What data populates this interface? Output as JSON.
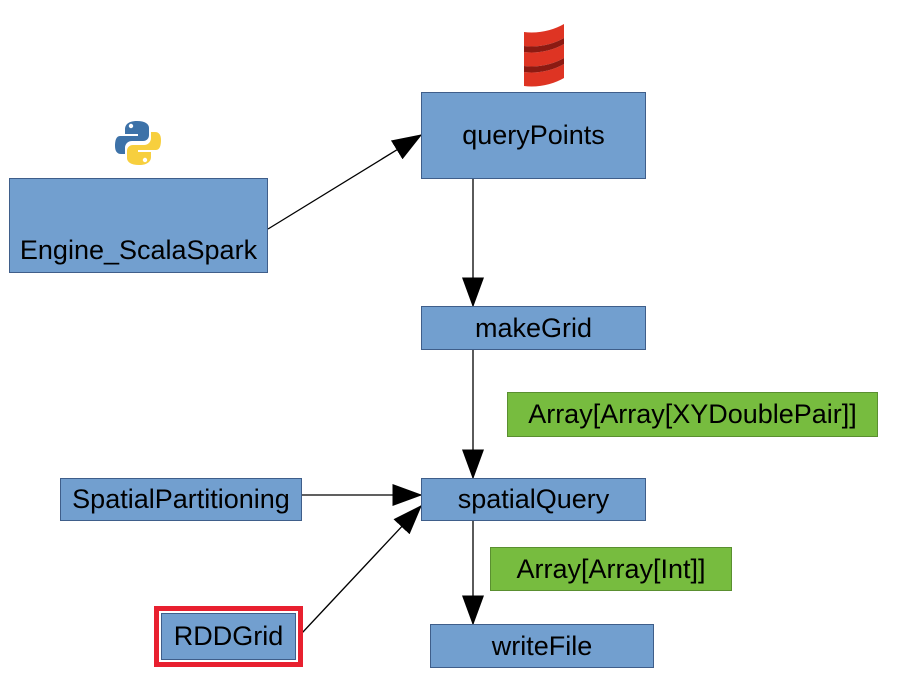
{
  "nodes": {
    "engine": "Engine_ScalaSpark",
    "query_points": "queryPoints",
    "make_grid": "makeGrid",
    "spatial_query": "spatialQuery",
    "write_file": "writeFile",
    "spatial_partitioning": "SpatialPartitioning",
    "rdd_grid": "RDDGrid"
  },
  "types": {
    "grid_type": "Array[Array[XYDoublePair]]",
    "result_type": "Array[Array[Int]]"
  },
  "icons": {
    "python": "python-logo-icon",
    "scala": "scala-logo-icon"
  },
  "colors": {
    "node_fill": "#729fcf",
    "type_fill": "#77bc3f",
    "highlight": "#e8202f"
  }
}
